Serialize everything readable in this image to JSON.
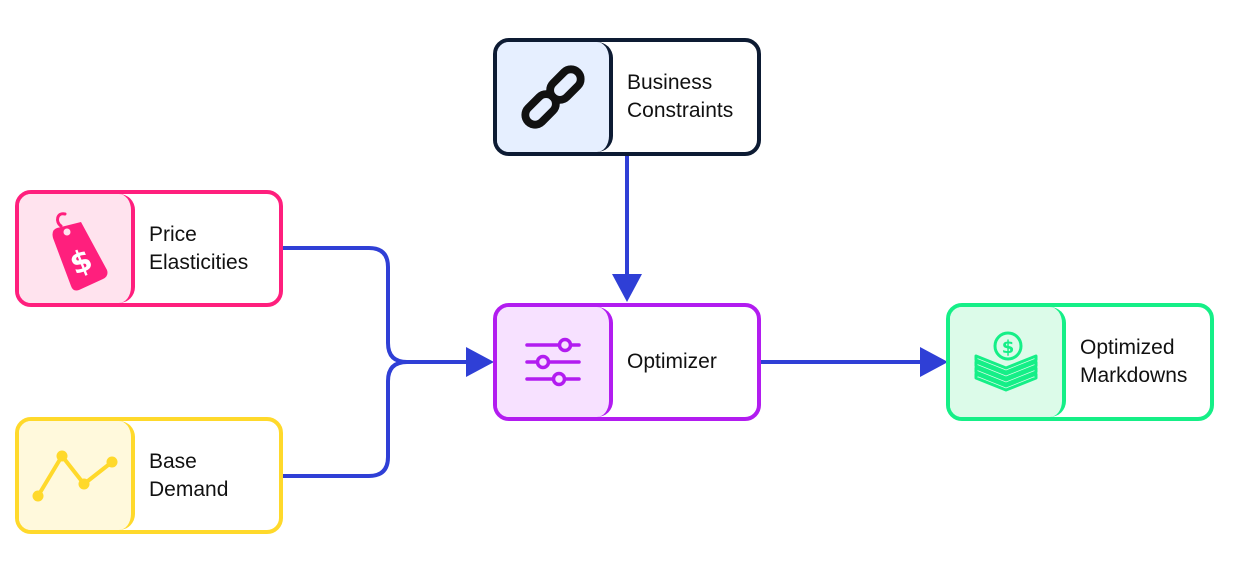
{
  "colors": {
    "connector": "#2f3fd6",
    "business": {
      "border": "#0d1b33",
      "fill": "#e6efff"
    },
    "price": {
      "border": "#ff1f7d",
      "fill": "#ffe3ee"
    },
    "demand": {
      "border": "#ffd92b",
      "fill": "#fff9dc"
    },
    "optimizer": {
      "border": "#b21cf0",
      "fill": "#f7e1ff"
    },
    "output": {
      "border": "#15ef87",
      "fill": "#dcfbe9"
    }
  },
  "nodes": {
    "business_constraints": {
      "label": "Business\nConstraints",
      "icon": "chain-link-icon"
    },
    "price_elasticities": {
      "label": "Price\nElasticities",
      "icon": "price-tag-icon"
    },
    "base_demand": {
      "label": "Base\nDemand",
      "icon": "line-chart-icon"
    },
    "optimizer": {
      "label": "Optimizer",
      "icon": "sliders-icon"
    },
    "optimized_markdowns": {
      "label": "Optimized\nMarkdowns",
      "icon": "money-stack-icon"
    }
  }
}
